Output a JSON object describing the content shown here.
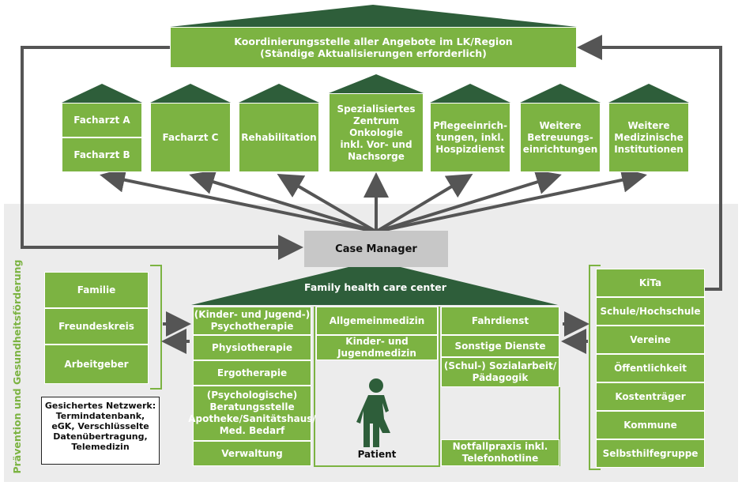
{
  "koordinierung": "Koordinierungsstelle aller Angebote im LK/Region\n(Ständige Aktualisierungen erforderlich)",
  "top_boxes": {
    "facharzt_a": "Facharzt A",
    "facharzt_b": "Facharzt B",
    "facharzt_c": "Facharzt C",
    "rehabilitation": "Rehabilitation",
    "spezial": "Spezialisiertes\nZentrum\nOnkologie\ninkl. Vor- und\nNachsorge",
    "pflege": "Pflegeeinrich-\ntungen, inkl.\nHospizdienst",
    "betreuung": "Weitere\nBetreuungs-\neinrichtungen",
    "medizin": "Weitere\nMedizinische\nInstitutionen"
  },
  "case_manager": "Case Manager",
  "side_label": "Prävention und Gesundheitsförderung",
  "fhcc": "Family health care center",
  "left_boxes": [
    "Familie",
    "Freundeskreis",
    "Arbeitgeber"
  ],
  "netzwerk": "Gesichertes Netzwerk:\nTermindatenbank,\neGK, Verschlüsselte\nDatenübertragung,\nTelemedizin",
  "center_left": {
    "psycho": "(Kinder- und Jugend-)\nPsychotherapie",
    "physio": "Physiotherapie",
    "ergo": "Ergotherapie",
    "beratung": "(Psychologische)\nBeratungsstelle\nApotheke/Sanitätshaus/\nMed. Bedarf",
    "verwaltung": "Verwaltung"
  },
  "center_mid": {
    "allgemein": "Allgemeinmedizin",
    "kinder": "Kinder- und\nJugendmedizin"
  },
  "center_right": {
    "fahrdienst": "Fahrdienst",
    "sonstige": "Sonstige Dienste",
    "sozial": "(Schul-) Sozialarbeit/\nPädagogik",
    "notfall": "Notfallpraxis inkl.\nTelefonhotline"
  },
  "patient": "Patient",
  "right_boxes": [
    "KiTa",
    "Schule/Hochschule",
    "Vereine",
    "Öffentlichkeit",
    "Kostenträger",
    "Kommune",
    "Selbsthilfegruppe"
  ],
  "colors": {
    "green": "#7cb342",
    "dark_green": "#2e5e3a",
    "arrow": "#555555",
    "case_gray": "#c7c7c7"
  }
}
